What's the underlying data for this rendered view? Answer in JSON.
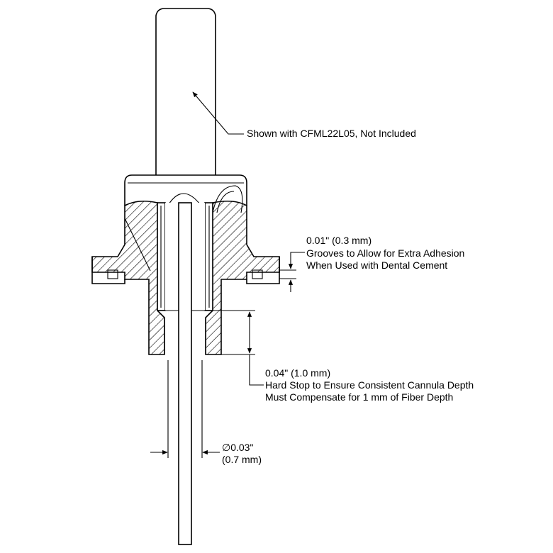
{
  "annotations": {
    "shown_with": "Shown with CFML22L05, Not Included",
    "grooves_dim": "0.01\" (0.3 mm)",
    "grooves_line1": "Grooves to Allow for Extra Adhesion",
    "grooves_line2": "When Used with Dental Cement",
    "stop_dim": "0.04\" (1.0 mm)",
    "stop_line1": "Hard Stop to Ensure Consistent Cannula Depth",
    "stop_line2": "Must Compensate for 1 mm of Fiber Depth",
    "diameter_in": "∅0.03\"",
    "diameter_mm": "(0.7 mm)"
  }
}
